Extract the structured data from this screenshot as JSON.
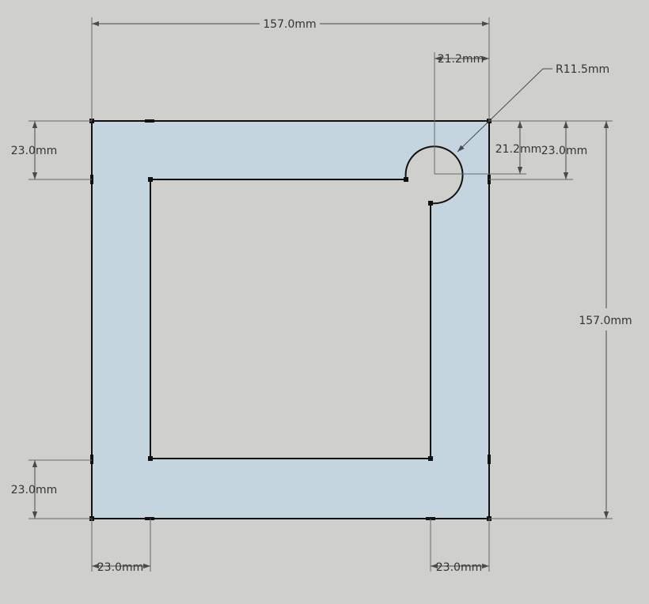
{
  "colors": {
    "background": "#cfcfcb",
    "face": "#c5d5e0",
    "edge": "#111111",
    "dimension": "#4a4a4a"
  },
  "dimensions": {
    "top_width": "157.0mm",
    "notch_horizontal": "21.2mm",
    "radius": "R11.5mm",
    "notch_vertical": "21.2mm",
    "right_wall_vertical": "23.0mm",
    "right_height": "157.0mm",
    "left_top_wall": "23.0mm",
    "left_bottom_wall": "23.0mm",
    "bottom_left_wall": "23.0mm",
    "bottom_right_wall": "23.0mm"
  }
}
